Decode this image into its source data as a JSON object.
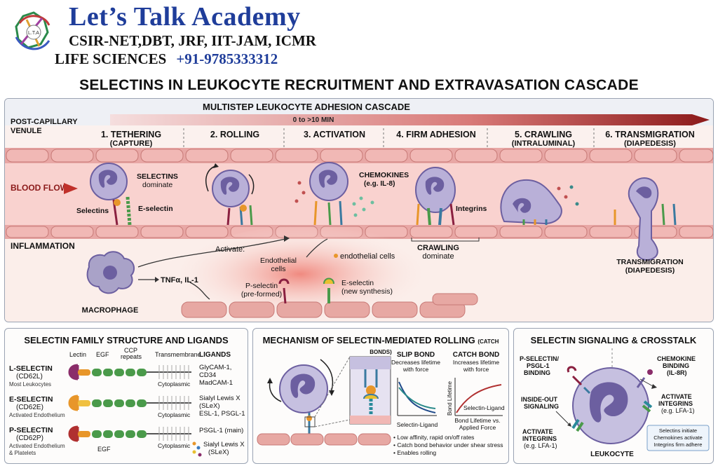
{
  "header": {
    "brand": "Let’s Talk Academy",
    "exams": "CSIR-NET,DBT, JRF, IIT-JAM, ICMR",
    "life": "LIFE SCIENCES",
    "phone": "+91-9785333312",
    "logo_text": "L.T.A"
  },
  "title": "SELECTINS IN LEUKOCYTE RECRUITMENT AND EXTRAVASATION CASCADE",
  "cascade": {
    "banner": "MULTISTEP LEUKOCYTE ADHESION CASCADE",
    "time": "0 to >10 MIN",
    "venule_line1": "POST-CAPILLARY",
    "venule_line2": "VENULE",
    "blood_flow": "BLOOD FLOW",
    "inflammation": "INFLAMMATION",
    "steps": [
      {
        "title": "1. TETHERING",
        "sub": "(CAPTURE)"
      },
      {
        "title": "2. ROLLING",
        "sub": ""
      },
      {
        "title": "3. ACTIVATION",
        "sub": ""
      },
      {
        "title": "4. FIRM ADHESION",
        "sub": ""
      },
      {
        "title": "5. CRAWLING",
        "sub": "(INTRALUMINAL)"
      },
      {
        "title": "6. TRANSMIGRATION",
        "sub": "(DIAPEDESIS)"
      }
    ],
    "selectins_dominate_1": "SELECTINS",
    "selectins_dominate_2": "dominate",
    "selectins_label": "Selectins",
    "e_selectin_label": "E-selectin",
    "chemokines_1": "CHEMOKINES",
    "chemokines_2": "(e.g. IL-8)",
    "integrins": "Integrins",
    "crawling_1": "CRAWLING",
    "crawling_2": "dominate",
    "transmig_1": "TRANSMIGRATION",
    "transmig_2": "(DIAPEDESIS)",
    "activate": "Activate:",
    "endothelial_1": "Endothelial",
    "endothelial_2": "cells",
    "endothelial_cells": "endothelial cells",
    "tnf": "TNFα, IL-1",
    "macrophage": "MACROPHAGE",
    "p_selectin_1": "P-selectin",
    "p_selectin_2": "(pre-formed)",
    "e_sel_new_1": "E-selectin",
    "e_sel_new_2": "(new synthesis)"
  },
  "structure_panel": {
    "title": "SELECTIN FAMILY STRUCTURE AND LIGANDS",
    "col_lectin": "Lectin",
    "col_egf": "EGF",
    "col_ccp_1": "CCP",
    "col_ccp_2": "repeats",
    "col_tm": "Transmembrane",
    "col_ligands": "LIGANDS",
    "cytoplasmic": "Cytoplasmic",
    "egf_bottom": "EGF",
    "rows": [
      {
        "name": "L-SELECTIN",
        "cd": "(CD62L)",
        "where": "Most Leukocytes",
        "where2": "",
        "ligands": [
          "GlyCAM-1,",
          "CD34",
          "MadCAM-1"
        ]
      },
      {
        "name": "E-SELECTIN",
        "cd": "(CD62E)",
        "where": "Activated Endothelium",
        "where2": "",
        "ligands": [
          "Sialyl Lewis X",
          "(SLeX)",
          "ESL-1, PSGL-1"
        ]
      },
      {
        "name": "P-SELECTIN",
        "cd": "(CD62P)",
        "where": "Activated Endothelium",
        "where2": "& Platelets",
        "ligands": [
          "PSGL-1 (main)",
          "Sialyl Lewis X",
          "(SLeX)"
        ]
      }
    ]
  },
  "mechanism_panel": {
    "title": "MECHANISM OF SELECTIN-MEDIATED ROLLING",
    "title_small": "(CATCH BONDS)",
    "slip_title": "SLIP BOND",
    "slip_sub_1": "Decreases lifetime",
    "slip_sub_2": "with force",
    "catch_title": "CATCH BOND",
    "catch_sub_1": "Increases lifetime",
    "catch_sub_2": "with force",
    "y_axis": "Bond Lifetime",
    "slip_x": "Selectin-Ligand",
    "catch_curve_label": "Selectin-Ligand",
    "catch_x_1": "Bond Lifetime vs.",
    "catch_x_2": "Applied Force",
    "bullets": [
      "Low affinity, rapid on/off rates",
      "Catch bond behavior under shear stress",
      "Enables rolling"
    ]
  },
  "signaling_panel": {
    "title": "SELECTIN SIGNALING & CROSSTALK",
    "psel_1": "P-SELECTIN/",
    "psel_2": "PSGL-1",
    "psel_3": "BINDING",
    "chemo_1": "CHEMOKINE",
    "chemo_2": "BINDING",
    "chemo_3": "(IL-8R)",
    "inside_1": "INSIDE-OUT",
    "inside_2": "SIGNALING",
    "act_right_1": "ACTIVATE",
    "act_right_2": "INTEGRINS",
    "act_right_3": "(e.g. LFA-1)",
    "act_left_1": "ACTIVATE",
    "act_left_2": "INTEGRINS",
    "act_left_3": "(e.g. LFA-1)",
    "leukocyte": "LEUKOCYTE",
    "note_1": "Selectins initiate",
    "note_2": "Chemokines activate",
    "note_3": "Integrins firm adhere"
  },
  "colors": {
    "brand_blue": "#1f3d9a",
    "cell_purple": "#8d7fc0",
    "endothelium": "#e8a7a5",
    "banner_dark": "#8c1a1a",
    "selectin_green": "#4a9a4a",
    "selectin_maroon": "#8a2040",
    "selectin_orange": "#e8962a"
  }
}
